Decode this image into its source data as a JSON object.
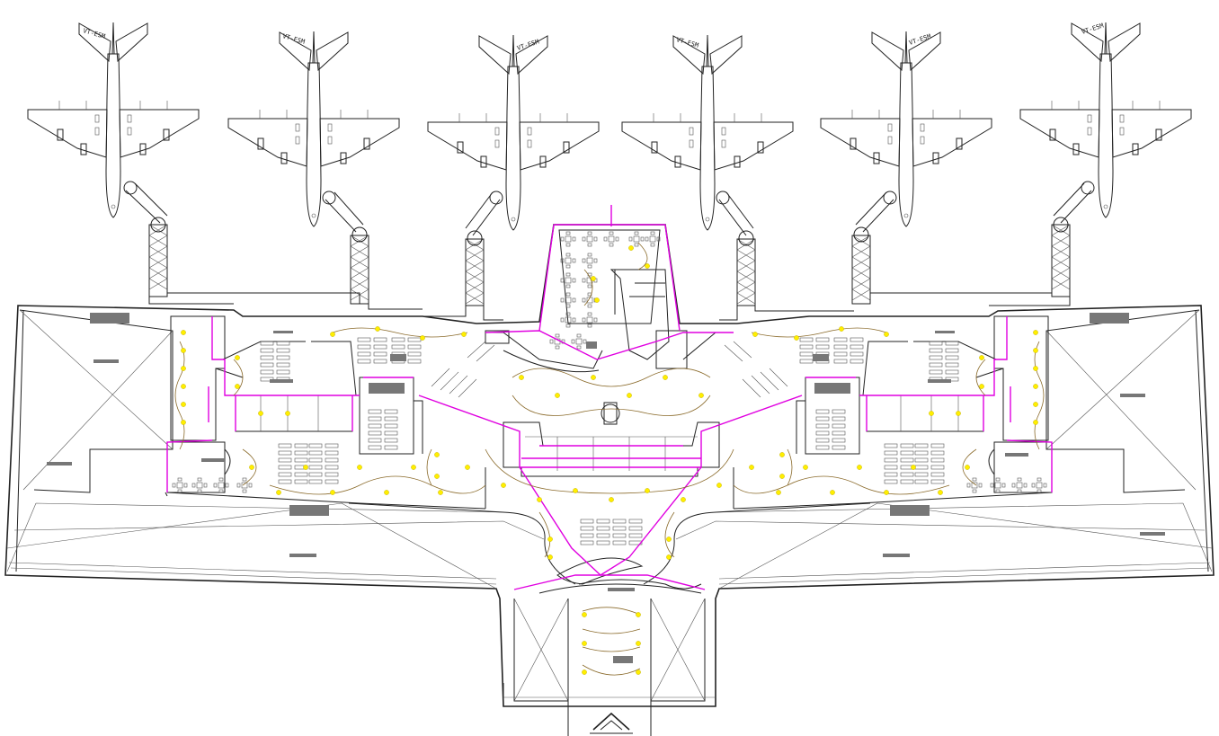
{
  "drawing": {
    "aircraft": [
      {
        "registration": "VT-ESM"
      },
      {
        "registration": "VT-ESM"
      },
      {
        "registration": "VT-ESM"
      },
      {
        "registration": "VT-ESM"
      },
      {
        "registration": "VT-ESM"
      },
      {
        "registration": "VT-ESM"
      }
    ],
    "colors": {
      "linework": "#222222",
      "electrical_circuit": "#e000e0",
      "light_fixture": "#ffee00",
      "wiring": "#8a6a2a",
      "label_block": "#777777"
    },
    "icons": [
      "aircraft-icon",
      "jet-bridge-icon",
      "entrance-arrow-icon"
    ]
  }
}
